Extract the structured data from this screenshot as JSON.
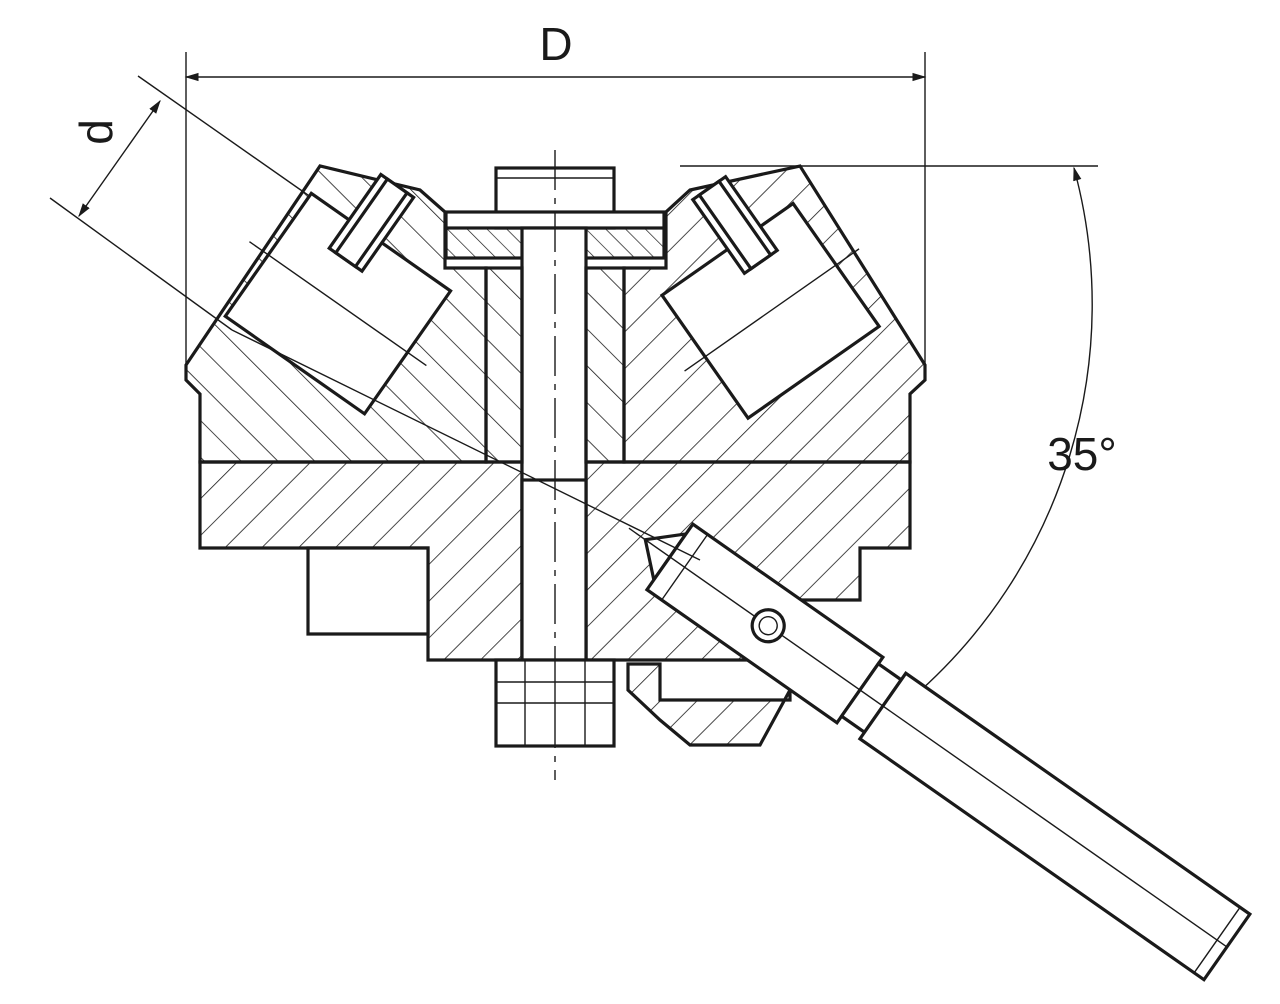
{
  "labels": {
    "outer_diameter": "D",
    "inner_diameter": "d",
    "angle": "35°"
  },
  "colors": {
    "line": "#1a1a1a",
    "background": "#ffffff"
  }
}
